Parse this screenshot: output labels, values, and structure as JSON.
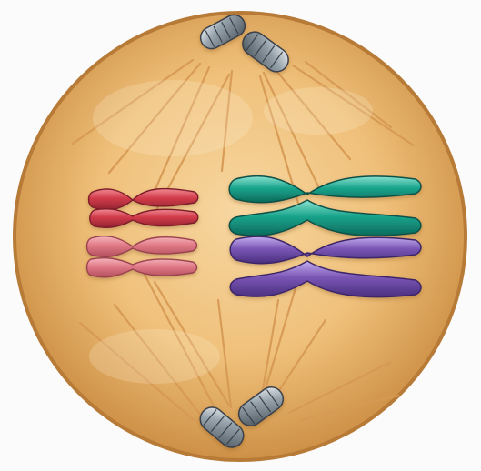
{
  "diagram": {
    "type": "cell-division-metaphase",
    "colors": {
      "background": "#fbfbfb",
      "cell_fill_light": "#f7d7a1",
      "cell_fill_mid": "#efc07a",
      "cell_fill_dark": "#c98a3f",
      "spindle_fiber": "#d79a55",
      "chromosome_red": "#d23b4a",
      "chromosome_pink": "#e07a86",
      "chromosome_teal": "#1aa58d",
      "chromosome_purple": "#7a56b5",
      "centriole_metal": "#8d99a3",
      "centriole_dark": "#3a4148"
    },
    "structures": {
      "cell": "cell-membrane",
      "top_centrosome": "centriole-pair-top",
      "bottom_centrosome": "centriole-pair-bottom",
      "spindle": "spindle-fibers",
      "chromosomes": [
        {
          "name": "chromosome-red",
          "color_key": "chromosome_red"
        },
        {
          "name": "chromosome-pink",
          "color_key": "chromosome_pink"
        },
        {
          "name": "chromosome-teal-upper",
          "color_key": "chromosome_teal"
        },
        {
          "name": "chromosome-teal-lower",
          "color_key": "chromosome_teal"
        },
        {
          "name": "chromosome-purple-upper",
          "color_key": "chromosome_purple"
        },
        {
          "name": "chromosome-purple-lower",
          "color_key": "chromosome_purple"
        }
      ]
    }
  }
}
